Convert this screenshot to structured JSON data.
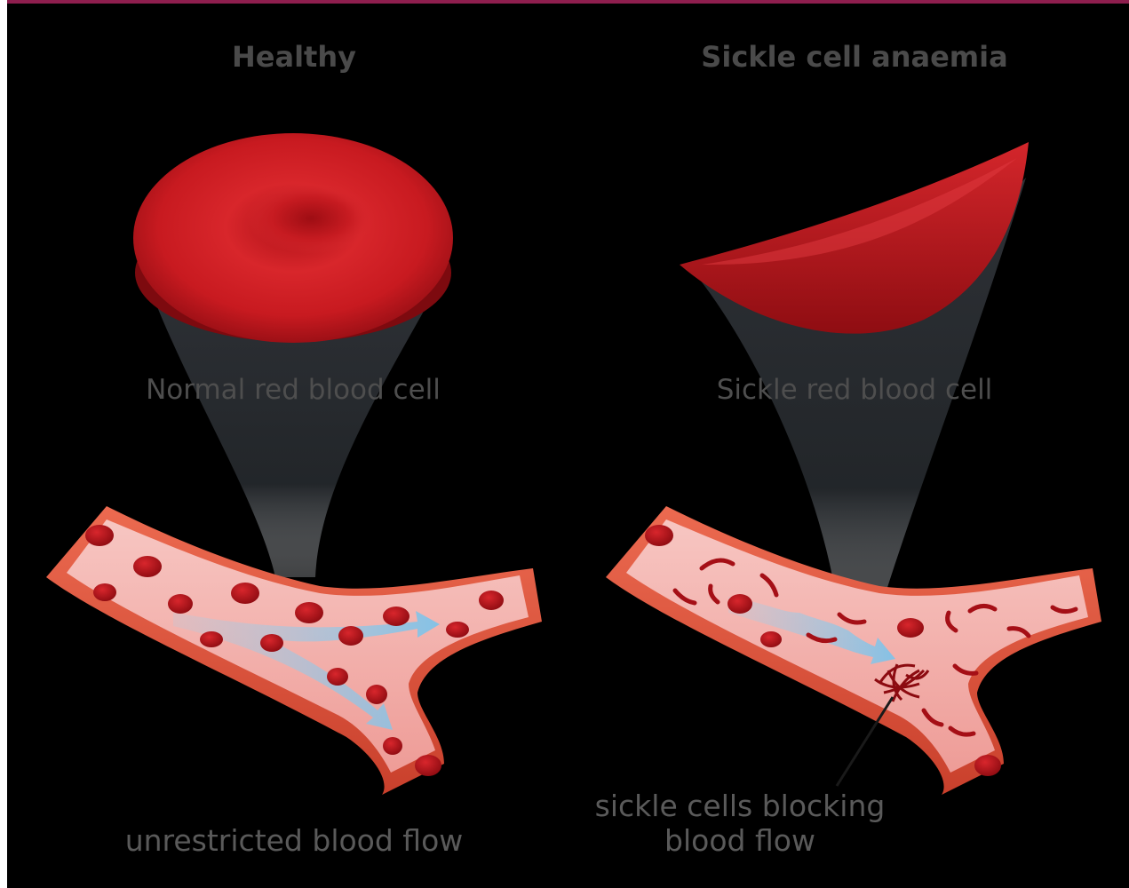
{
  "panels": {
    "healthy": {
      "heading": "Healthy",
      "cell_label": "Normal red blood cell",
      "flow_caption": "unrestricted blood flow"
    },
    "sickle": {
      "heading": "Sickle cell anaemia",
      "cell_label": "Sickle red blood cell",
      "flow_caption_line1": "sickle cells blocking",
      "flow_caption_line2": "blood flow"
    }
  },
  "colors": {
    "background": "#000000",
    "accent_bar": "#8e1e4e",
    "cell_red": "#c4161c",
    "vessel_outer": "#e0553d",
    "vessel_lumen": "#f3b3b0",
    "flow_arrow": "#8ecbea",
    "heading_text": "#4a4a4a",
    "caption_text": "#5a5a5a"
  }
}
